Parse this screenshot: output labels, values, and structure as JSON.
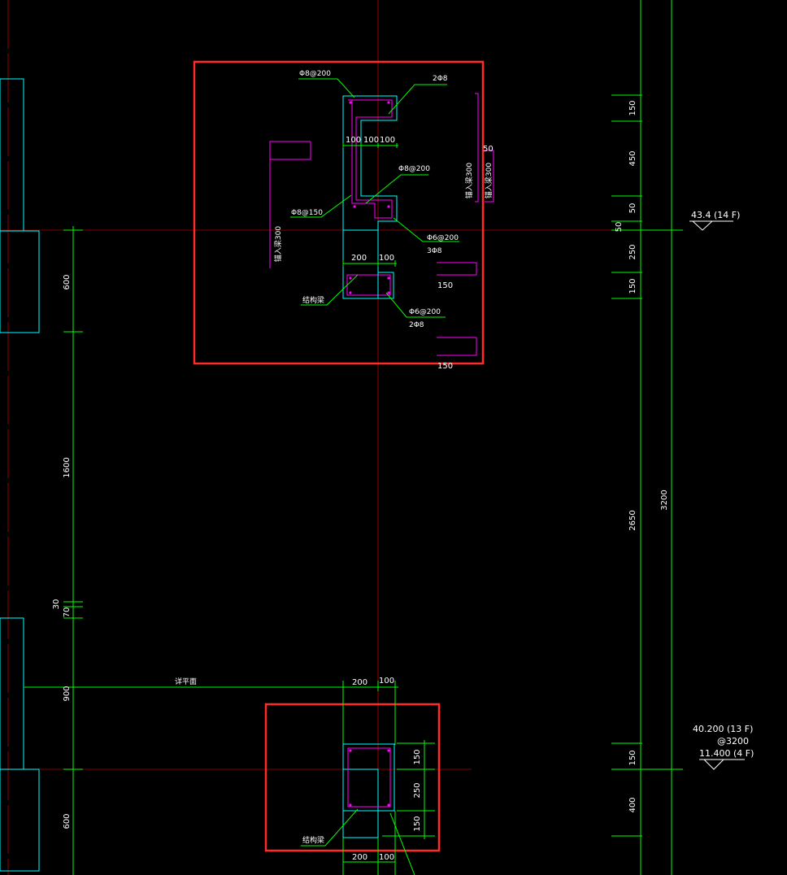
{
  "colors": {
    "background": "#000000",
    "dimension": "#00ff00",
    "outline": "#00ffff",
    "rebar": "#ff00ff",
    "axis": "#ff0000",
    "highlight_box": "#ff2a2a",
    "text": "#ffffff"
  },
  "left_dims": {
    "d600a": "600",
    "d1600": "1600",
    "d30": "30",
    "d70": "70",
    "d900": "900",
    "d600b": "600"
  },
  "right_dims": {
    "inner": {
      "d150a": "150",
      "d450": "450",
      "d50a": "50",
      "d50b": "50",
      "d250": "250",
      "d150b": "150",
      "d2650": "2650",
      "d150c": "150",
      "d400": "400"
    },
    "outer": {
      "d3200": "3200"
    }
  },
  "levels": {
    "top": "43.4 (14 F)",
    "bottom_1": "40.200 (13 F)",
    "bottom_2": "@3200",
    "bottom_3": "11.400 (4 F)"
  },
  "detail_top": {
    "lbl_stir_top": "Φ8@200",
    "lbl_2phi8_top": "2Φ8",
    "dim_100a": "100",
    "dim_100b": "100",
    "dim_100c": "100",
    "lbl_phi8_200_mid": "Φ8@200",
    "lbl_phi8_150": "Φ8@150",
    "lbl_phi6_200": "Φ6@200",
    "lbl_3phi8": "3Φ8",
    "dim_200": "200",
    "dim_100d": "100",
    "lbl_struct_beam": "结构梁",
    "lbl_phi6_200_b": "Φ6@200",
    "lbl_2phi8_b": "2Φ8",
    "anchor_left": "锚入梁300",
    "anchor_right_1": "锚入梁300",
    "anchor_right_2": "锚入梁300",
    "dim_50": "50",
    "dim_150a": "150",
    "dim_150b": "150"
  },
  "detail_bottom": {
    "lbl_plan": "详平面",
    "dim_200_top": "200",
    "dim_100_top": "100",
    "dim_150a": "150",
    "dim_250": "250",
    "dim_150b": "150",
    "lbl_struct_beam": "结构梁",
    "dim_200_bot": "200",
    "dim_100_bot": "100"
  }
}
